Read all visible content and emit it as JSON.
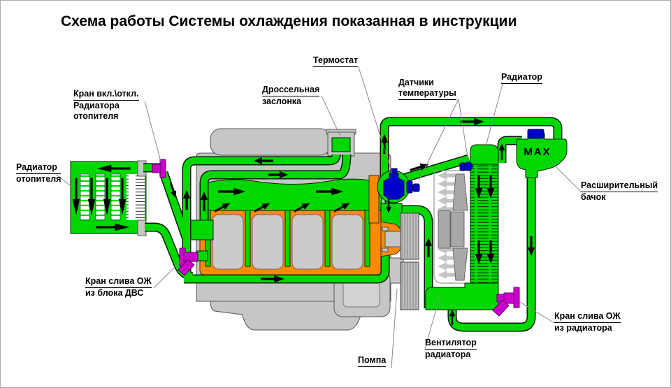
{
  "title": "Схема работы Системы охлаждения показанная в инструкции",
  "labels": {
    "thermostat": "Термостат",
    "throttle_line1": "Дроссельная",
    "throttle_line2": "заслонка",
    "sensors_line1": "Датчики",
    "sensors_line2": "температуры",
    "radiator": "Радиатор",
    "heater_valve_line1": "Кран вкл.\\откл.",
    "heater_valve_line2": "Радиатора",
    "heater_valve_line3": "отопителя",
    "heater_radiator_line1": "Радиатор",
    "heater_radiator_line2": "отопителя",
    "expansion_tank_line1": "Расширительный",
    "expansion_tank_line2": "бачок",
    "block_drain_line1": "Кран слива ОЖ",
    "block_drain_line2": "из блока ДВС",
    "radiator_drain_line1": "Кран слива ОЖ",
    "radiator_drain_line2": "из радиатора",
    "fan_line1": "Вентилятор",
    "fan_line2": "радиатора",
    "pump": "Помпа",
    "max_mark": "MAX"
  },
  "colors": {
    "coolant": "#00d800",
    "engine": "#c6c6c6",
    "block": "#ff8a00",
    "valve": "#cc00cc",
    "blue": "#0000cc",
    "fan": "#a8a8a8",
    "leader": "#8a8a8a"
  }
}
